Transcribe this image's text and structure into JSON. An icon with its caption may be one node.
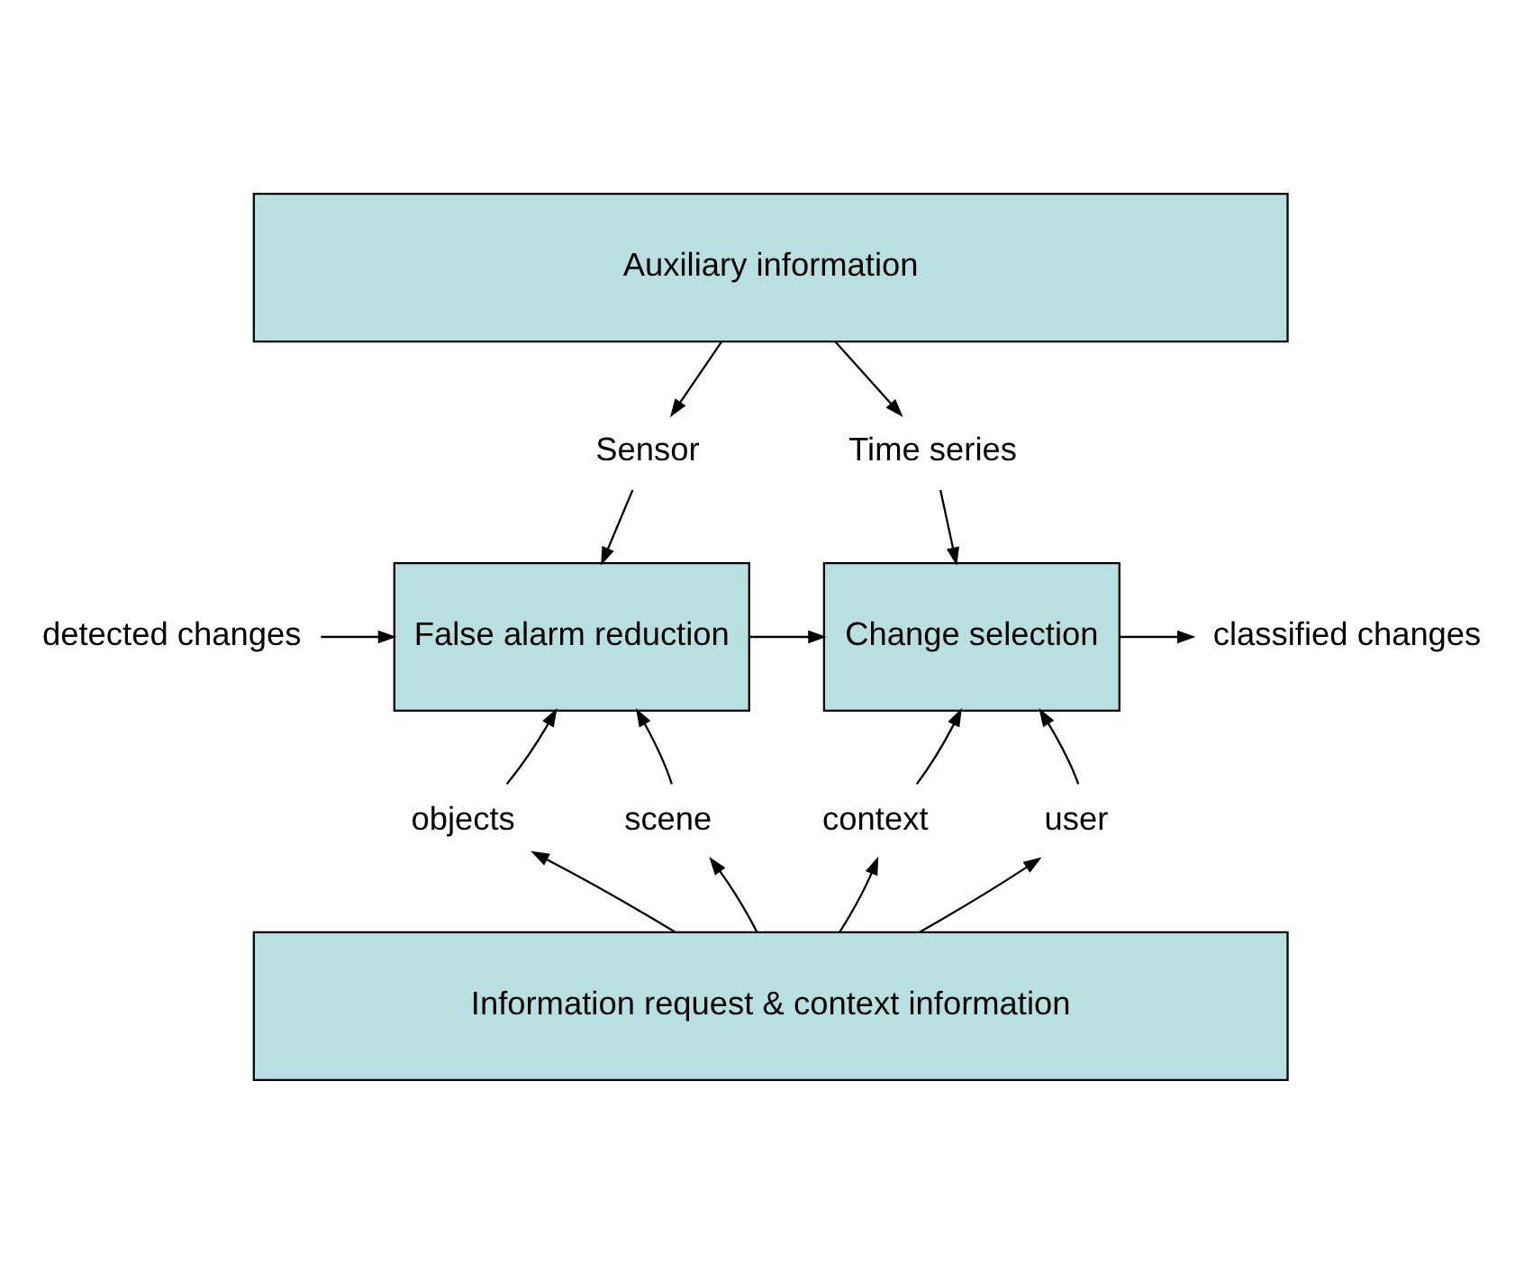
{
  "diagram": {
    "nodes": [
      {
        "text": [
          "Auxiliary information"
        ]
      },
      {
        "text": [
          "Sensor"
        ]
      },
      {
        "text": [
          "Time series"
        ]
      },
      {
        "text": [
          "detected changes"
        ]
      },
      {
        "text": [
          "False alarm reduction"
        ]
      },
      {
        "text": [
          "Change selection"
        ]
      },
      {
        "text": [
          "classified changes"
        ]
      },
      {
        "text": [
          "objects"
        ]
      },
      {
        "text": [
          "scene"
        ]
      },
      {
        "text": [
          "context"
        ]
      },
      {
        "text": [
          "user"
        ]
      },
      {
        "text": [
          "Information request & context information"
        ]
      }
    ],
    "edges": [
      {
        "from": 0,
        "to": 1,
        "arrow": "to"
      },
      {
        "from": 1,
        "to": 4,
        "arrow": "to"
      },
      {
        "from": 0,
        "to": 2,
        "arrow": "to"
      },
      {
        "from": 2,
        "to": 5,
        "arrow": "to"
      },
      {
        "from": 3,
        "to": 4,
        "arrow": "to"
      },
      {
        "from": 4,
        "to": 5,
        "arrow": "to"
      },
      {
        "from": 5,
        "to": 6,
        "arrow": "to"
      },
      {
        "from": 7,
        "to": 4,
        "arrow": "to"
      },
      {
        "from": 8,
        "to": 4,
        "arrow": "to"
      },
      {
        "from": 9,
        "to": 5,
        "arrow": "to"
      },
      {
        "from": 10,
        "to": 5,
        "arrow": "to"
      },
      {
        "from": 11,
        "to": 7,
        "arrow": "to"
      },
      {
        "from": 11,
        "to": 8,
        "arrow": "to"
      },
      {
        "from": 11,
        "to": 9,
        "arrow": "to"
      },
      {
        "from": 11,
        "to": 10,
        "arrow": "to"
      }
    ]
  }
}
